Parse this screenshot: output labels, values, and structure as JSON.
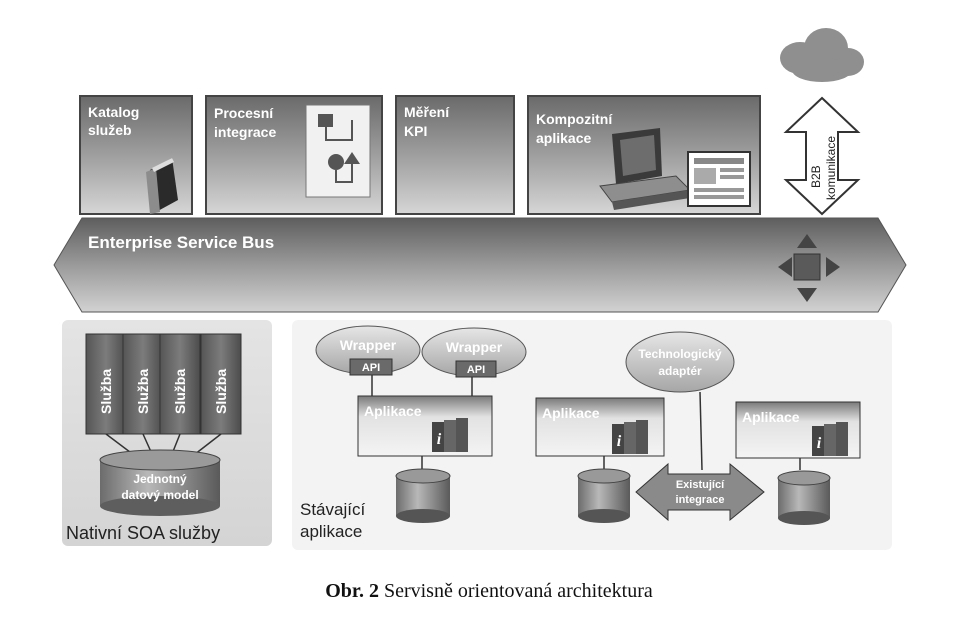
{
  "top_boxes": {
    "catalog": "Katalog služeb",
    "process": "Procesní integrace",
    "kpi": "Měření KPI",
    "composite": "Kompozitní aplikace"
  },
  "b2b": {
    "line1": "B2B",
    "line2": "komunikace"
  },
  "esb": {
    "title": "Enterprise Service Bus"
  },
  "native": {
    "service_label": "Služba",
    "db_line1": "Jednotný",
    "db_line2": "datový model",
    "section_label": "Nativní SOA služby"
  },
  "legacy": {
    "wrapper": "Wrapper",
    "api": "API",
    "app": "Aplikace",
    "adapter_line1": "Technologický",
    "adapter_line2": "adaptér",
    "integration_line1": "Existující",
    "integration_line2": "integrace",
    "section_line1": "Stávající",
    "section_line2": "aplikace"
  },
  "caption": {
    "number": "Obr. 2",
    "text": "Servisně orientovaná architektura"
  }
}
